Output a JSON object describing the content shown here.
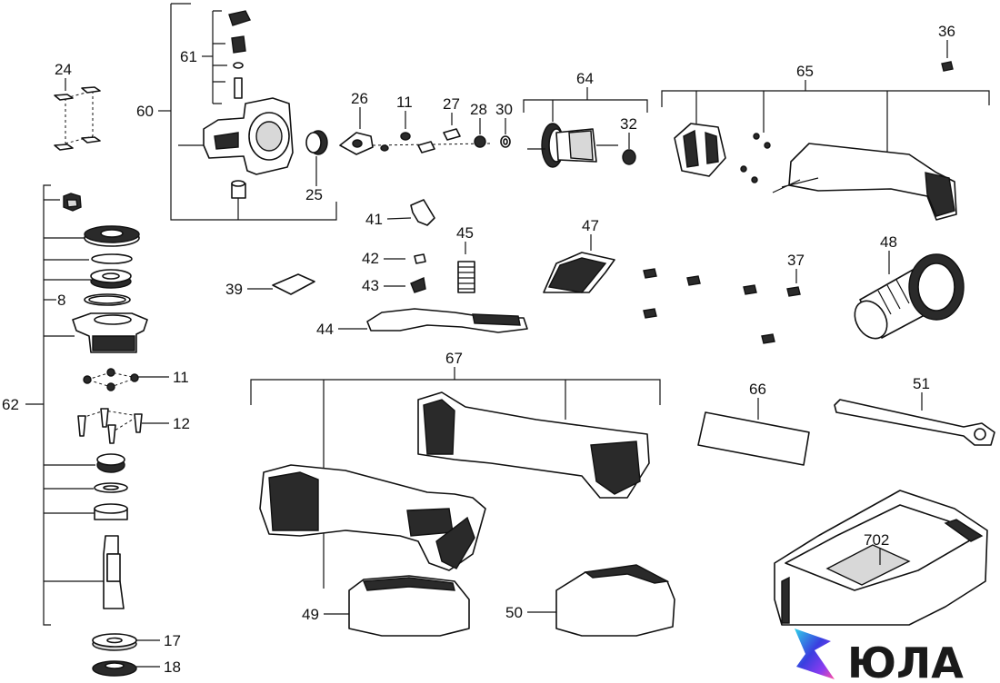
{
  "diagram": {
    "labels": {
      "p8": "8",
      "p11a": "11",
      "p11b": "11",
      "p12": "12",
      "p17": "17",
      "p18": "18",
      "p24": "24",
      "p25": "25",
      "p26": "26",
      "p27": "27",
      "p28": "28",
      "p30": "30",
      "p32": "32",
      "p36": "36",
      "p37": "37",
      "p39": "39",
      "p41": "41",
      "p42": "42",
      "p43": "43",
      "p44": "44",
      "p45": "45",
      "p47": "47",
      "p48": "48",
      "p49": "49",
      "p50": "50",
      "p51": "51",
      "p60": "60",
      "p61": "61",
      "p62": "62",
      "p64": "64",
      "p65": "65",
      "p66": "66",
      "p67": "67",
      "p702": "702"
    },
    "watermark": {
      "text": "ЮЛА",
      "colors": [
        "#3a3ee0",
        "#8a3cf0",
        "#ff4fa0",
        "#2fd0e8"
      ]
    }
  }
}
